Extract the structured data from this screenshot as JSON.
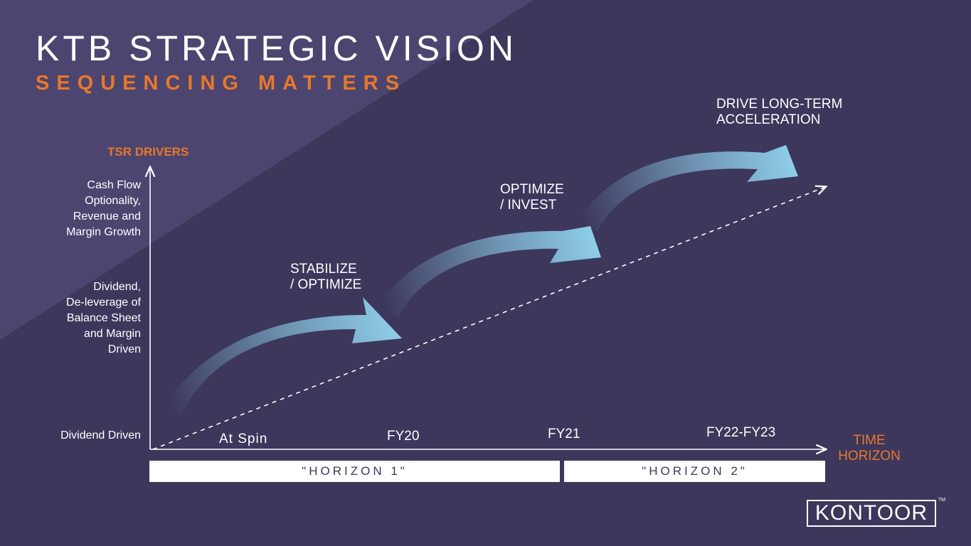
{
  "header": {
    "title": "KTB STRATEGIC VISION",
    "subtitle": "SEQUENCING MATTERS"
  },
  "axes": {
    "y_title": "TSR DRIVERS",
    "x_title_line1": "TIME",
    "x_title_line2": "HORIZON",
    "y_levels": [
      {
        "lines": [
          "Cash Flow",
          "Optionality,",
          "Revenue and",
          "Margin Growth"
        ]
      },
      {
        "lines": [
          "Dividend,",
          "De-leverage of",
          "Balance Sheet",
          "and Margin",
          "Driven"
        ]
      },
      {
        "lines": [
          "Dividend Driven"
        ]
      }
    ],
    "x_ticks": [
      "At Spin",
      "FY20",
      "FY21",
      "FY22-FY23"
    ]
  },
  "phases": [
    {
      "line1": "STABILIZE",
      "line2": "/ OPTIMIZE"
    },
    {
      "line1": "OPTIMIZE",
      "line2": "/ INVEST"
    },
    {
      "line1": "DRIVE LONG-TERM",
      "line2": "ACCELERATION"
    }
  ],
  "horizons": [
    "\"HORIZON 1\"",
    "\"HORIZON 2\""
  ],
  "logo": {
    "text": "KONTOOR",
    "tm": "TM"
  },
  "colors": {
    "background": "#3d375c",
    "accent": "#e8782a",
    "arrow_light": "#8fd0ea",
    "text": "#ffffff"
  }
}
